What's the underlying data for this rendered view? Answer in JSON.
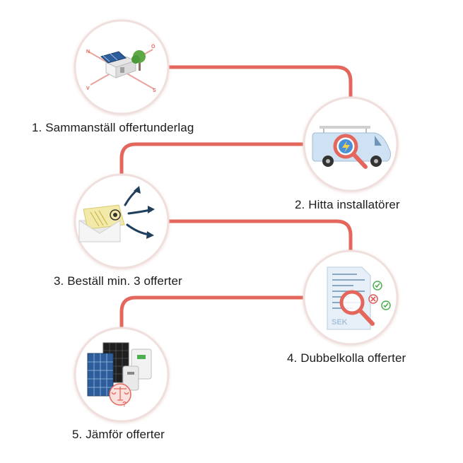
{
  "steps": [
    {
      "number": 1,
      "label": "1. Sammanställ offertunderlag",
      "icon": "house-compass-icon"
    },
    {
      "number": 2,
      "label": "2. Hitta installatörer",
      "icon": "van-magnifier-icon"
    },
    {
      "number": 3,
      "label": "3. Beställ min. 3 offerter",
      "icon": "envelope-send-icon"
    },
    {
      "number": 4,
      "label": "4. Dubbelkolla offerter",
      "icon": "document-check-icon"
    },
    {
      "number": 5,
      "label": "5. Jämför offerter",
      "icon": "solar-panels-scale-icon"
    }
  ],
  "icon_texts": {
    "compass_north": "N",
    "compass_east": "Ö",
    "compass_south": "S",
    "compass_west": "V",
    "document_currency": "SEK",
    "scale_question": "?"
  },
  "colors": {
    "connector": "#e3675c",
    "circle_border": "#efe0de",
    "magnifier": "#e3675c",
    "arrow": "#1f3f5c",
    "van": "#cfe2f3",
    "panel": "#2d5d9a",
    "check": "#4caf50",
    "cross": "#e05a5a"
  }
}
